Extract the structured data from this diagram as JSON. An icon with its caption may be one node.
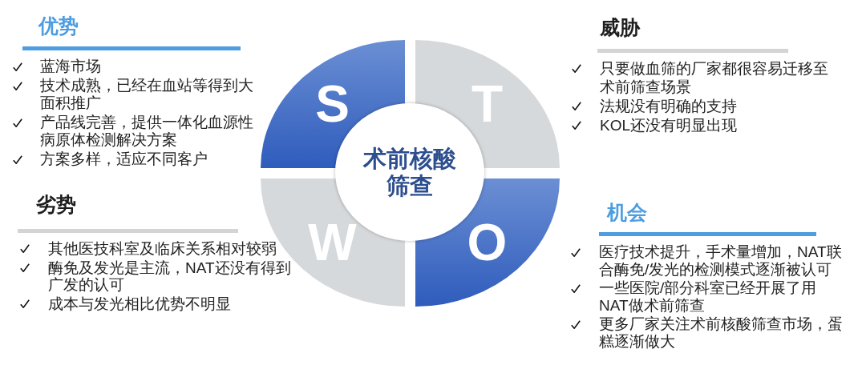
{
  "diagram": {
    "nodes": [
      {
        "text": [
          "S"
        ],
        "beside": [
          "优势",
          "蓝海市场",
          "技术成熟，已经在血站等得到大面积推广",
          "产品线完善，提供一体化血源性病原体检测解决方案",
          "方案多样，适应不同客户"
        ]
      },
      {
        "text": [
          "T"
        ],
        "beside": [
          "威胁",
          "只要做血筛的厂家都很容易迁移至术前筛查场景",
          "法规没有明确的支持",
          "KOL还没有明显出现"
        ]
      },
      {
        "text": [
          "术前核酸筛查"
        ]
      },
      {
        "text": [
          "W"
        ],
        "beside": [
          "劣势",
          "其他医技科室及临床关系相对较弱",
          "酶免及发光是主流，NAT还没有得到广发的认可",
          "成本与发光相比优势不明显"
        ]
      },
      {
        "text": [
          "O"
        ],
        "beside": [
          "机会",
          "医疗技术提升，手术量增加，NAT联合酶免/发光的检测模式逐渐被认可",
          "一些医院/部分科室已经开展了用NAT做术前筛查",
          "更多厂家关注术前核酸筛查市场，蛋糕逐渐做大"
        ]
      }
    ]
  }
}
